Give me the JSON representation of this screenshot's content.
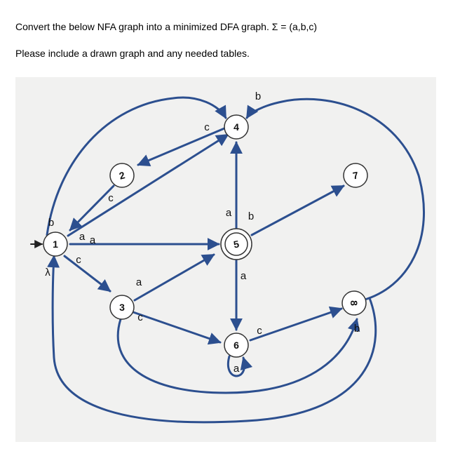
{
  "question": {
    "line1": "Convert the below NFA graph into a minimized DFA graph. Σ = (a,b,c)",
    "line2": "Please include a drawn graph and any needed tables."
  },
  "graph": {
    "colors": {
      "edge": "#2c4f8f",
      "node_stroke": "#333333",
      "node_fill": "#ffffff",
      "background": "#f1f1f0"
    },
    "start_state": "1",
    "accepting_states": [
      "5"
    ],
    "states": [
      "1",
      "2",
      "3",
      "4",
      "5",
      "6",
      "7",
      "8"
    ],
    "edge_labels": {
      "b_1_4": "b",
      "b_8_4": "b",
      "c_4_2": "c",
      "c_2_1": "c",
      "a_1_4": "a",
      "a_1_5": "a",
      "c_1_3": "c",
      "a_3_5": "a",
      "a_5_4": "a",
      "b_5_7": "b",
      "a_5_6": "a",
      "c_3_6": "c",
      "c_6_8": "c",
      "a_6_6": "a",
      "b_6_8": "b",
      "lambda_8_1": "λ"
    },
    "transitions": [
      {
        "from": "1",
        "to": "4",
        "label": "b"
      },
      {
        "from": "8",
        "to": "4",
        "label": "b"
      },
      {
        "from": "4",
        "to": "2",
        "label": "c"
      },
      {
        "from": "2",
        "to": "1",
        "label": "c"
      },
      {
        "from": "1",
        "to": "4",
        "label": "a"
      },
      {
        "from": "1",
        "to": "5",
        "label": "a"
      },
      {
        "from": "1",
        "to": "3",
        "label": "c"
      },
      {
        "from": "3",
        "to": "5",
        "label": "a"
      },
      {
        "from": "5",
        "to": "4",
        "label": "a"
      },
      {
        "from": "5",
        "to": "7",
        "label": "b"
      },
      {
        "from": "5",
        "to": "6",
        "label": "a"
      },
      {
        "from": "3",
        "to": "6",
        "label": "c"
      },
      {
        "from": "6",
        "to": "8",
        "label": "c"
      },
      {
        "from": "6",
        "to": "6",
        "label": "a"
      },
      {
        "from": "3",
        "to": "8",
        "label": "b"
      },
      {
        "from": "8",
        "to": "1",
        "label": "λ"
      }
    ]
  }
}
